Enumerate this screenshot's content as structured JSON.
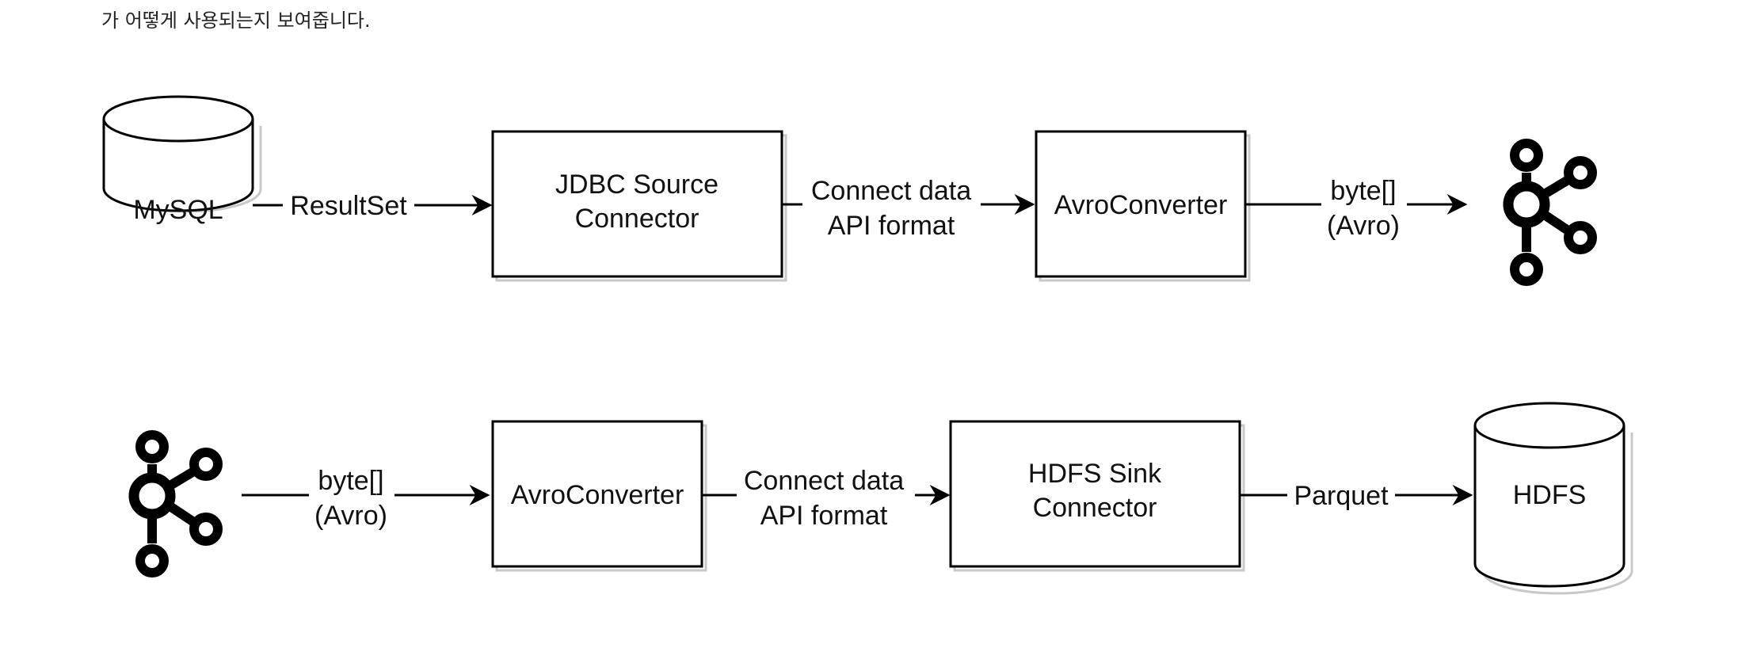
{
  "caption": "가 어떻게 사용되는지 보여줍니다.",
  "colors": {
    "stroke": "#000000",
    "fill": "#ffffff",
    "shadow": "#c8c8c8",
    "text": "#111111"
  },
  "pipeline_top": {
    "source_db": "MySQL",
    "edge_1": "ResultSet",
    "connector_line1": "JDBC Source",
    "connector_line2": "Connector",
    "edge_2_line1": "Connect data",
    "edge_2_line2": "API format",
    "converter": "AvroConverter",
    "edge_3_line1": "byte[]",
    "edge_3_line2": "(Avro)",
    "sink_icon": "kafka-icon"
  },
  "pipeline_bottom": {
    "source_icon": "kafka-icon",
    "edge_1_line1": "byte[]",
    "edge_1_line2": "(Avro)",
    "converter": "AvroConverter",
    "edge_2_line1": "Connect data",
    "edge_2_line2": "API format",
    "connector_line1": "HDFS Sink",
    "connector_line2": "Connector",
    "edge_3": "Parquet",
    "sink_db": "HDFS"
  }
}
